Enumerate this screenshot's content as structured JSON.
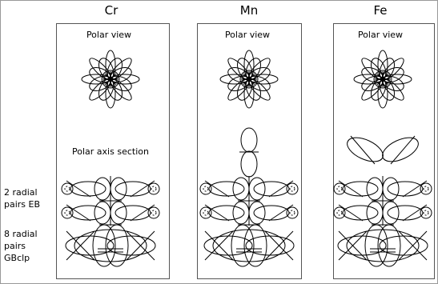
{
  "figure": {
    "columns": [
      {
        "id": "cr",
        "element": "Cr",
        "panel_label": "Polar view"
      },
      {
        "id": "mn",
        "element": "Mn",
        "panel_label": "Polar view"
      },
      {
        "id": "fe",
        "element": "Fe",
        "panel_label": "Polar view"
      }
    ],
    "section_label": "Polar axis section",
    "row_labels": {
      "radial_eb_line1": "2 radial",
      "radial_eb_line2": "pairs EB",
      "radial_gb_line1": "8 radial",
      "radial_gb_line2": "pairs",
      "radial_gb_line3": "GBclp"
    },
    "colors": {
      "ink": "#000000",
      "background": "#ffffff",
      "frame": "#555555"
    }
  }
}
